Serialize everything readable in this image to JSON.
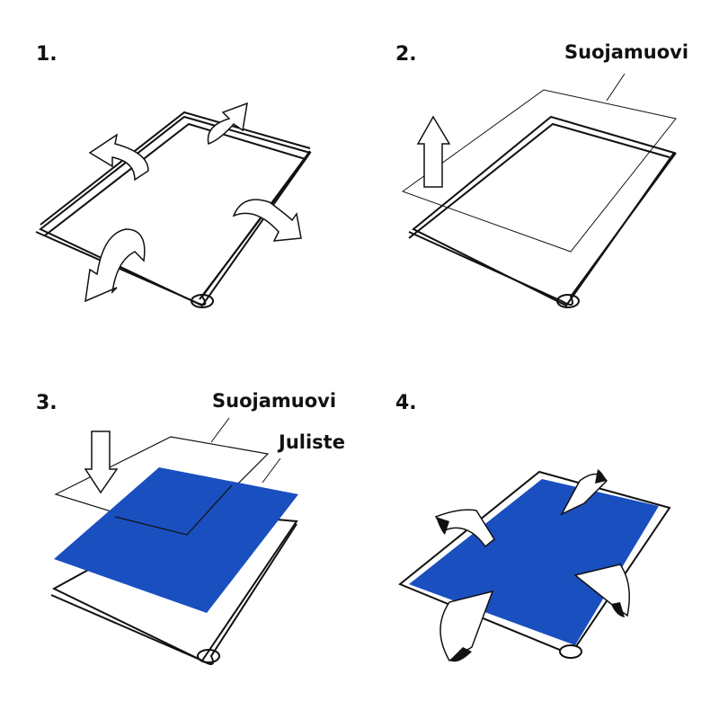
{
  "steps": [
    {
      "number": "1."
    },
    {
      "number": "2.",
      "labels": {
        "protective_film": "Suojamuovi"
      }
    },
    {
      "number": "3.",
      "labels": {
        "protective_film": "Suojamuovi",
        "poster": "Juliste"
      }
    },
    {
      "number": "4."
    }
  ],
  "colors": {
    "poster": "#1a4fbf",
    "line": "#111111",
    "background": "#ffffff"
  }
}
